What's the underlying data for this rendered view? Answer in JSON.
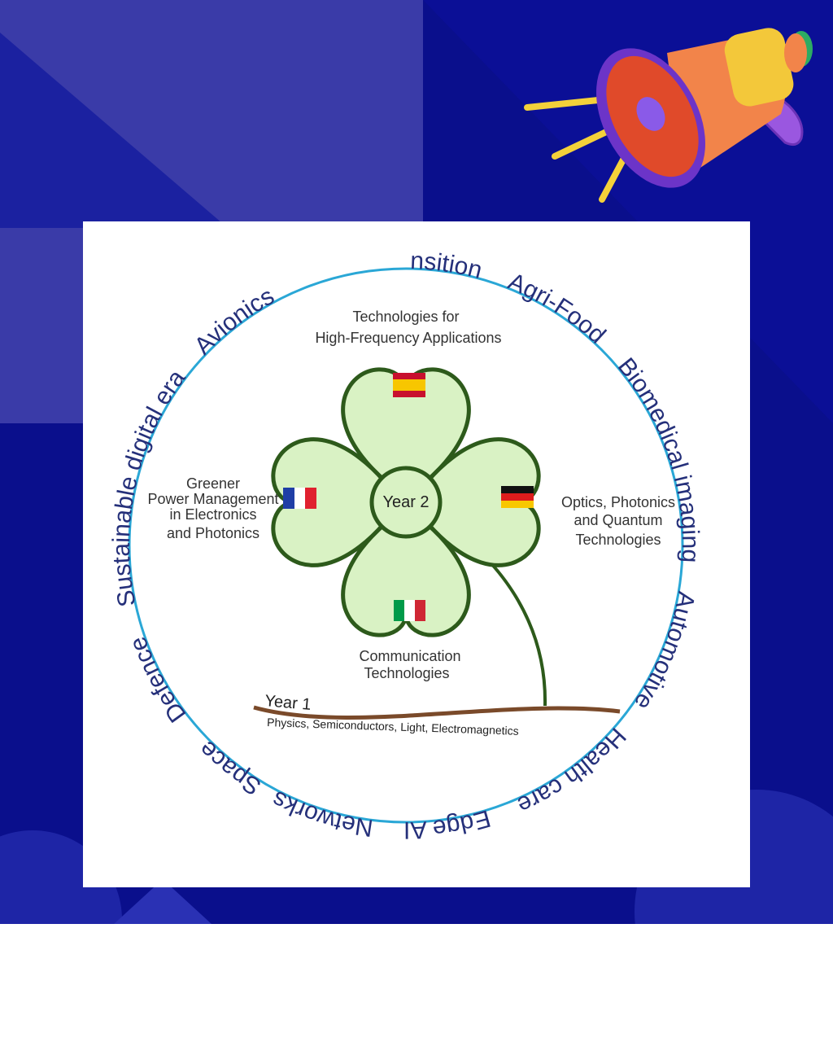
{
  "ring_words": {
    "digital_transition": "Digital Transition",
    "agri_food": "Agri-Food",
    "biomedical_imaging": "Biomedical imaging",
    "automotive": "Automotive",
    "health_care": "Health care",
    "edge_ai": "Edge AI",
    "networks": "Networks",
    "space": "Space",
    "defence": "Defence",
    "sustainable_digital_era": "Sustainable digital era",
    "avionics": "Avionics"
  },
  "leaves": {
    "top": {
      "line1": "Technologies for",
      "line2": "High-Frequency Applications",
      "flag": "spain-flag-icon"
    },
    "left": {
      "line1": "Greener",
      "line2": "Power Management",
      "line3": "in Electronics",
      "line4": "and Photonics",
      "flag": "france-flag-icon"
    },
    "right": {
      "line1": "Optics, Photonics",
      "line2": "and Quantum",
      "line3": "Technologies",
      "flag": "germany-flag-icon"
    },
    "bottom": {
      "line1": "Communication",
      "line2": "Technologies",
      "flag": "italy-flag-icon"
    }
  },
  "center": {
    "label": "Year 2"
  },
  "ground": {
    "label": "Year 1",
    "sublabel": "Physics, Semiconductors, Light, Electromagnetics"
  },
  "colors": {
    "background": "#0a0f8c",
    "ring": "#2aa7d6",
    "ring_text": "#25307a",
    "leaf_fill": "#d9f2c4",
    "leaf_stroke": "#2d5a1b",
    "soil": "#7a4a2a"
  }
}
